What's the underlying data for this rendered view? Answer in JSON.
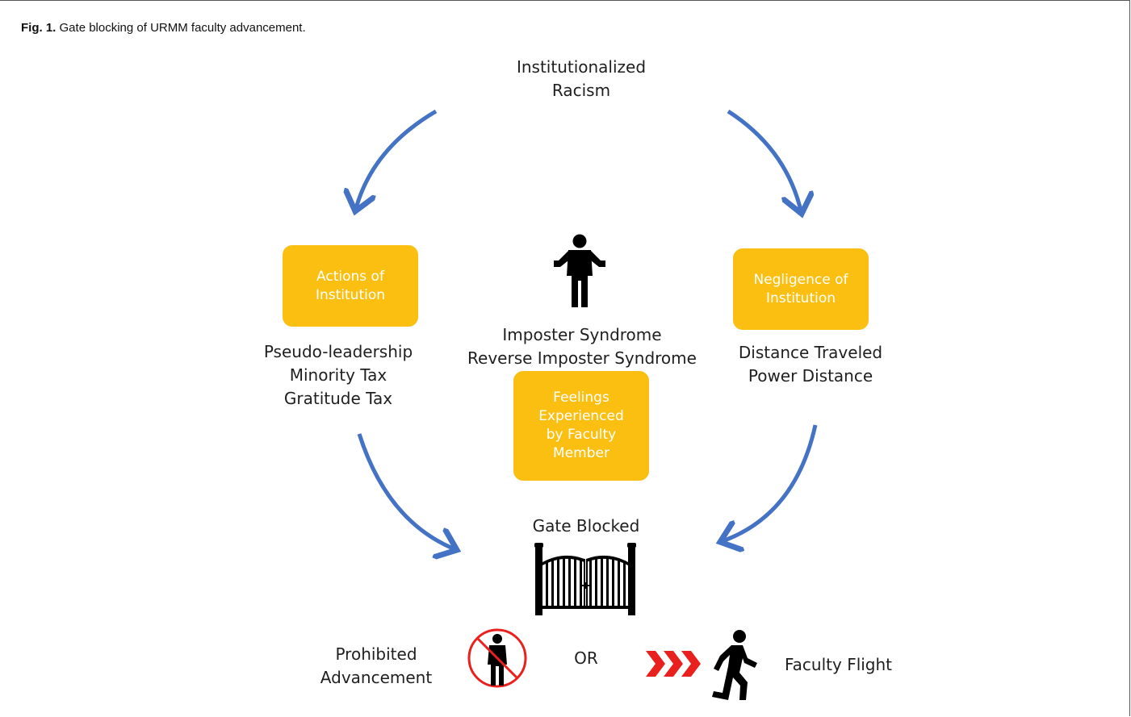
{
  "caption": {
    "label": "Fig. 1.",
    "text": " Gate blocking of URMM faculty advancement."
  },
  "top": {
    "line1": "Institutionalized",
    "line2": "Racism"
  },
  "boxes": {
    "actions": {
      "line1": "Actions of",
      "line2": "Institution"
    },
    "negligence": {
      "line1": "Negligence of",
      "line2": "Institution"
    },
    "feelings": {
      "line1": "Feelings",
      "line2": "Experienced",
      "line3": "by Faculty",
      "line4": "Member"
    }
  },
  "left_list": [
    "Pseudo-leadership",
    "Minority Tax",
    "Gratitude Tax"
  ],
  "center_list": [
    "Imposter Syndrome",
    "Reverse Imposter Syndrome"
  ],
  "right_list": [
    "Distance Traveled",
    "Power Distance"
  ],
  "gate": {
    "label": "Gate Blocked"
  },
  "outcomes": {
    "prohibited": {
      "line1": "Prohibited",
      "line2": "Advancement"
    },
    "or": "OR",
    "flight": "Faculty Flight"
  },
  "colors": {
    "box": "#fbbf12",
    "arrow": "#4472c4",
    "chevron": "#e8201e",
    "prohibit": "#e8201e"
  },
  "icons": [
    "person-shrug-icon",
    "gate-icon",
    "prohibited-person-icon",
    "chevron-arrows-icon",
    "walking-person-icon"
  ]
}
